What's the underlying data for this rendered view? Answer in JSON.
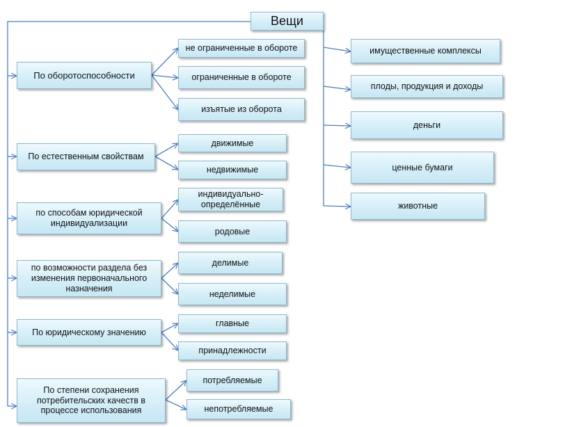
{
  "root": {
    "label": "Вещи"
  },
  "categories": [
    {
      "label": "По оборотоспособности",
      "items": [
        "не ограниченные в обороте",
        "ограниченные в обороте",
        "изъятые из оборота"
      ]
    },
    {
      "label": "По естественным свойствам",
      "items": [
        "движимые",
        "недвижимые"
      ]
    },
    {
      "label": "по способам юридической индивидуализации",
      "items": [
        "индивидуально-определённые",
        "родовые"
      ]
    },
    {
      "label": "по возможности раздела без изменения первоначального назначения",
      "items": [
        "делимые",
        "неделимые"
      ]
    },
    {
      "label": "По юридическому значению",
      "items": [
        "главные",
        "принадлежности"
      ]
    },
    {
      "label": "По степени сохранения потребительских качеств в процессе использования",
      "items": [
        "потребляемые",
        "непотребляемые"
      ]
    }
  ],
  "types": [
    "имущественные комплексы",
    "плоды, продукция и доходы",
    "деньги",
    "ценные бумаги",
    "животные"
  ],
  "colors": {
    "line": "#4a7ebb",
    "box_top": "#eef9fd",
    "box_bottom": "#c6e7f4",
    "border": "#8fb8cc"
  }
}
